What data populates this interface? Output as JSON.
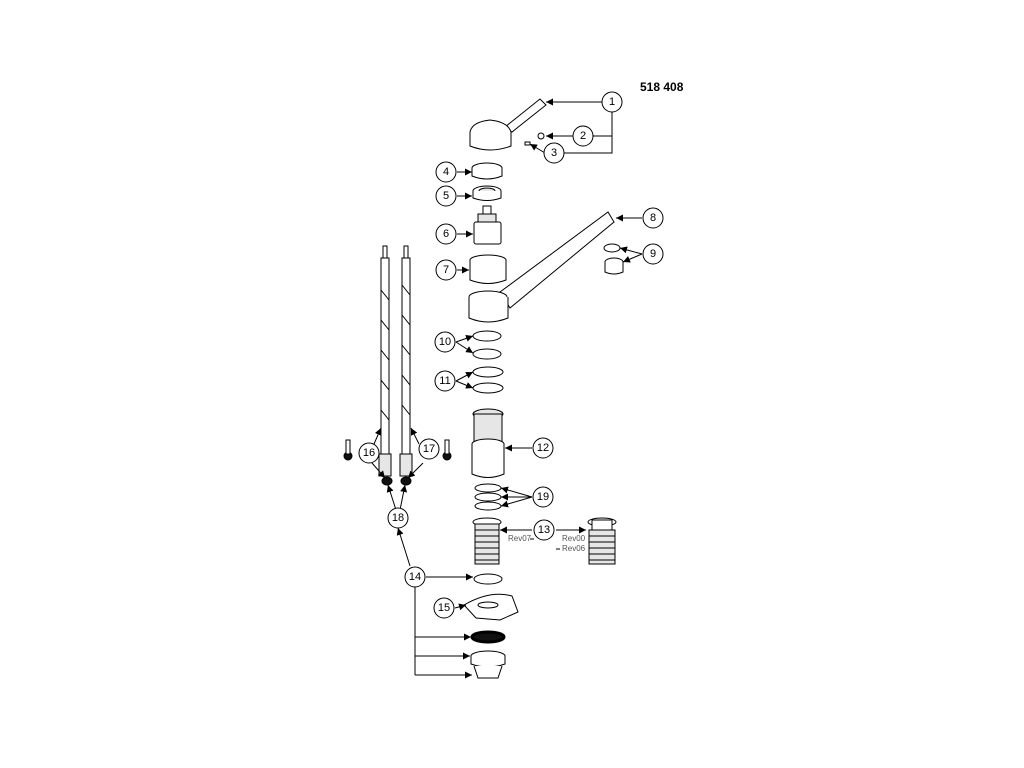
{
  "diagram": {
    "part_number": "518 408",
    "callouts": [
      "1",
      "2",
      "3",
      "4",
      "5",
      "6",
      "7",
      "8",
      "9",
      "10",
      "11",
      "12",
      "13",
      "14",
      "15",
      "16",
      "17",
      "18",
      "19"
    ],
    "revisions": [
      "Rev07",
      "Rev00",
      "Rev06"
    ]
  }
}
